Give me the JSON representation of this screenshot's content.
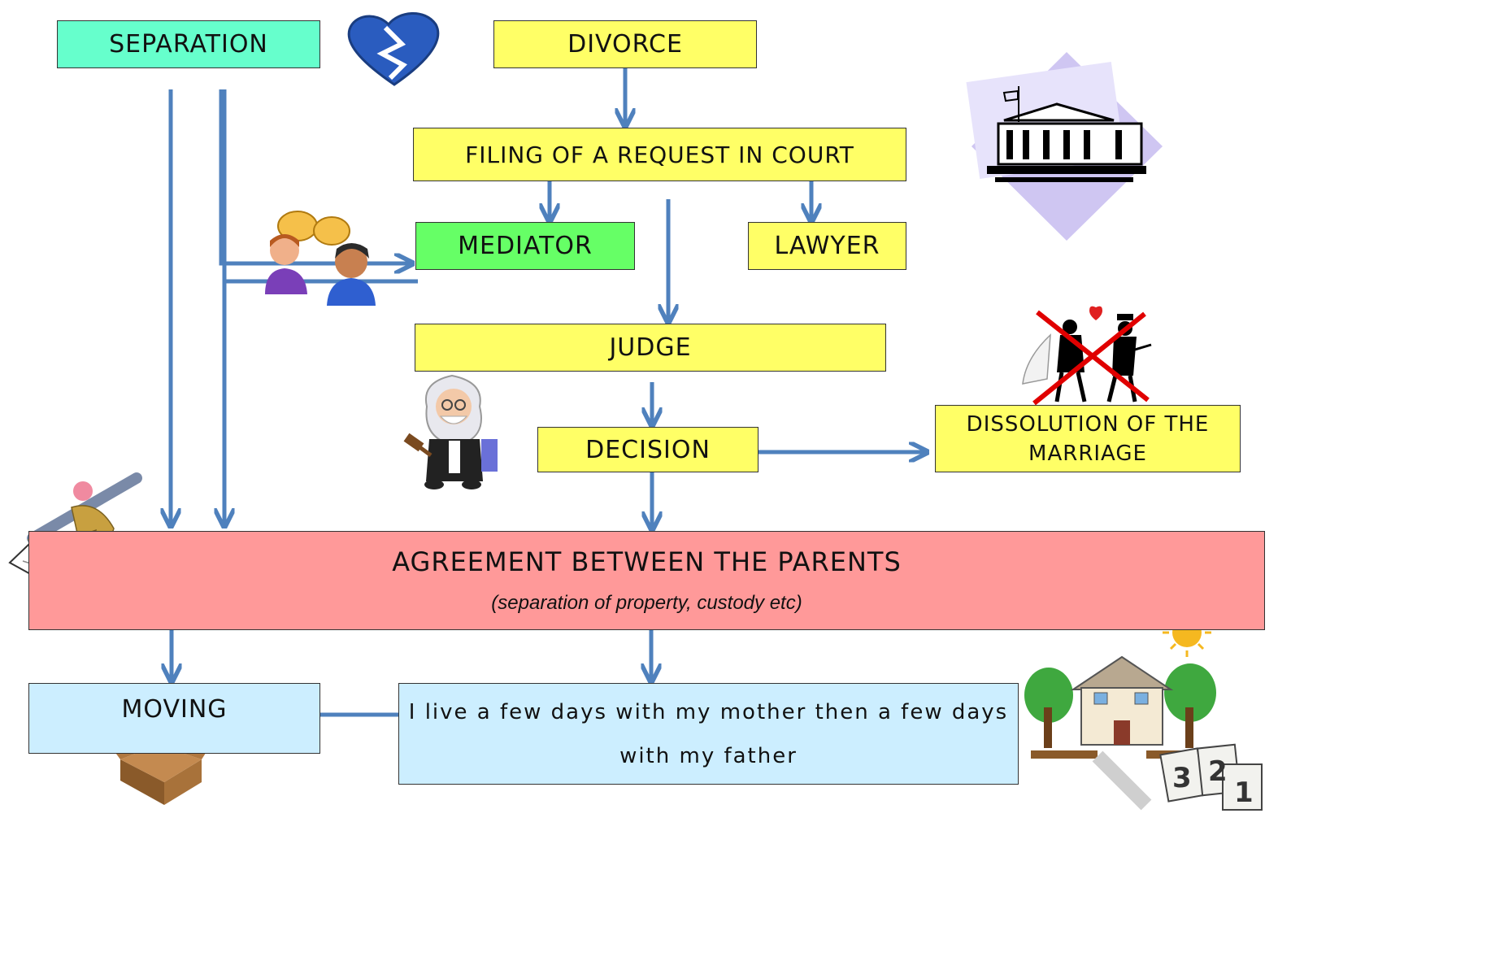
{
  "nodes": {
    "separation": "SEPARATION",
    "divorce": "DiVORCE",
    "filing": "FiLiNG OF A REQUEST iN COURT",
    "mediator": "MEDiATOR",
    "lawyer": "LAWYER",
    "judge": "JUDGE",
    "decision": "DECiSiON",
    "dissolution_line1": "DiSSOLUTiON OF THE",
    "dissolution_line2": "MARRiAGE",
    "agreement_title": "AGREEMENT BETWEEN THE PARENTS",
    "agreement_sub": "(separation of property, custody etc)",
    "moving": "MOViNG",
    "custody_line1": "I live a few days with my mother then a few days",
    "custody_line2": "with my father"
  },
  "colors": {
    "separation": "#66ffcc",
    "yellow": "#ffff66",
    "mediator": "#66ff66",
    "agreement": "#ff9999",
    "light_blue": "#cceeff",
    "arrow": "#4f81bd"
  },
  "icons": [
    "broken-heart-icon",
    "courthouse-icon",
    "two-people-talking-icon",
    "judge-icon",
    "crossed-out-couple-icon",
    "writing-pen-icon",
    "cardboard-box-icon",
    "house-icon",
    "calendar-countdown-icon"
  ],
  "calendar_digits": [
    "3",
    "2",
    "1"
  ]
}
